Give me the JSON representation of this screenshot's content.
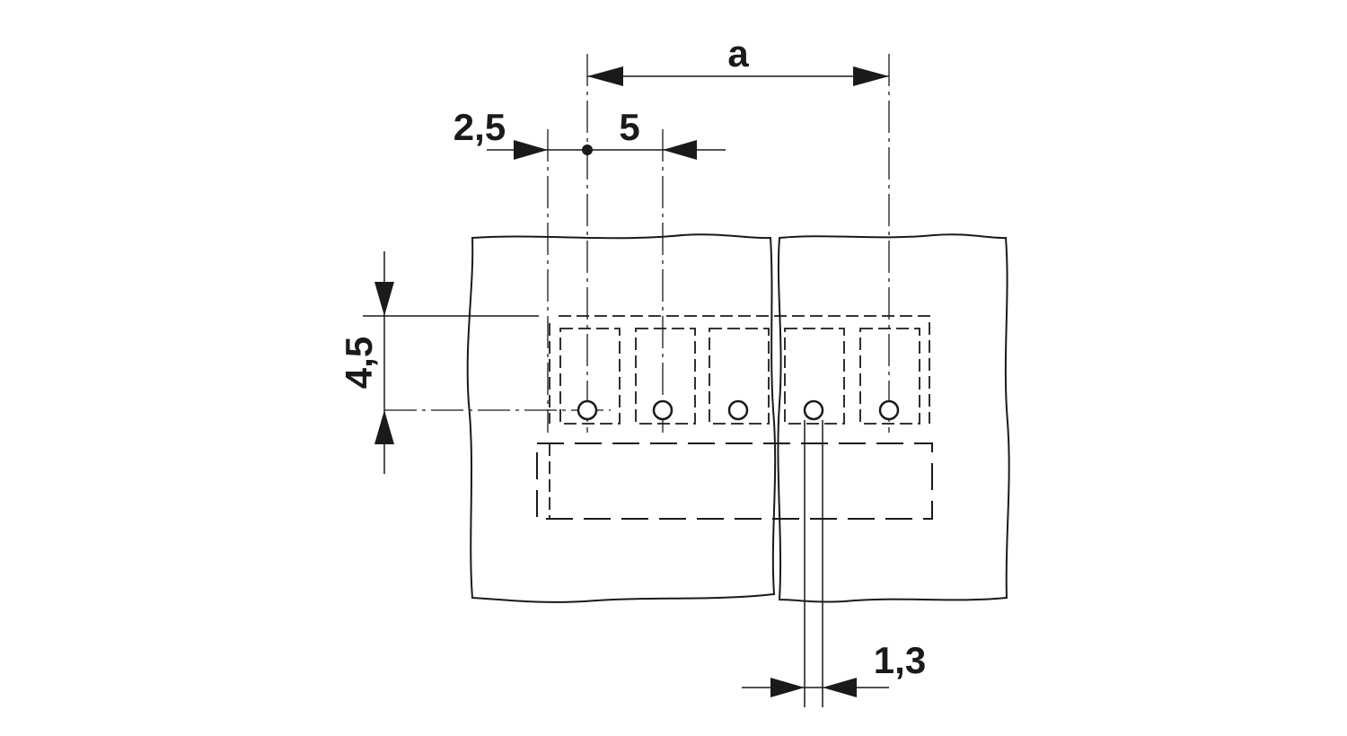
{
  "dimensions": {
    "a": "a",
    "offset": "2,5",
    "pitch": "5",
    "row_spacing": "4,5",
    "hole_diameter": "1,3"
  },
  "colors": {
    "line": "#1a1a1a",
    "background": "#ffffff"
  }
}
